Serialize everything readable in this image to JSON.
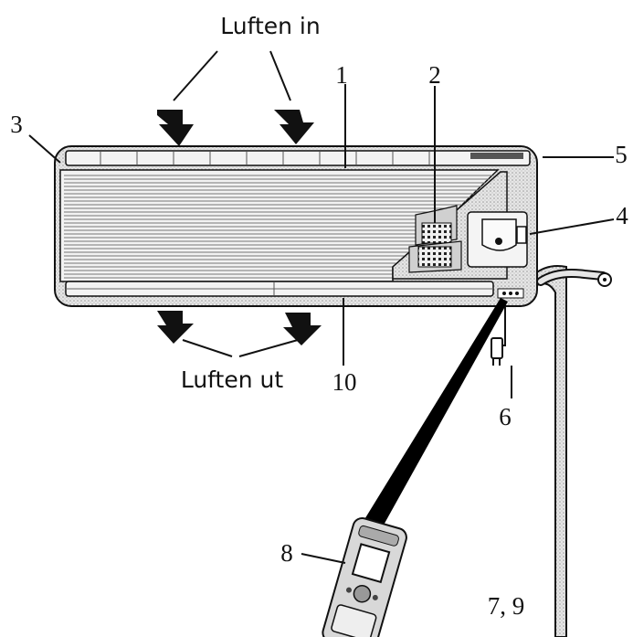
{
  "labels": {
    "air_in": "Luften in",
    "air_out": "Luften ut",
    "n1": "1",
    "n2": "2",
    "n3": "3",
    "n4": "4",
    "n5": "5",
    "n6": "6",
    "n8": "8",
    "n10": "10",
    "n7_9": "7, 9"
  },
  "colors": {
    "outline": "#111111",
    "body_dots": "#d6d6d6",
    "front_panel": "#efefef",
    "hose": "#dcdcdc",
    "remote_beam": "#000000"
  }
}
